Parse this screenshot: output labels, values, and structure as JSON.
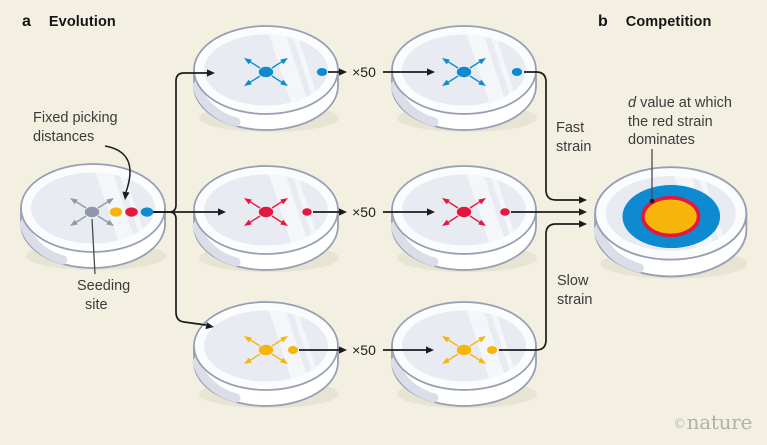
{
  "colors": {
    "blue": "#0e8bd0",
    "red": "#e5173f",
    "yellow": "#f7b50c",
    "gray": "#8e98a9",
    "line": "#1c1c1c",
    "background": "#f3f0e2"
  },
  "panels": {
    "a_tag": "a",
    "a_title": "Evolution",
    "b_tag": "b",
    "b_title": "Competition"
  },
  "labels": {
    "fixed_picking_line1": "Fixed picking",
    "fixed_picking_line2": "distances",
    "seeding_line1": "Seeding",
    "seeding_line2": "site",
    "fast_line1": "Fast",
    "fast_line2": "strain",
    "slow_line1": "Slow",
    "slow_line2": "strain",
    "d_value_italic": "d",
    "d_value_line1_rest": "value at which",
    "d_value_line2": "the red strain",
    "d_value_line3": "dominates",
    "transfer_factor": "×50",
    "watermark_symbol": "©",
    "watermark_name": "nature"
  }
}
